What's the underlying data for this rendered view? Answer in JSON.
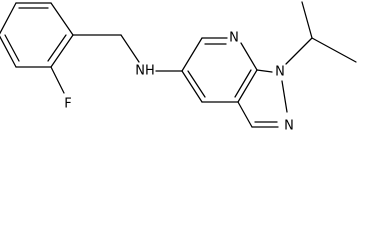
{
  "molecule": {
    "atoms": {
      "fluorine": "F",
      "amine": "NH",
      "pyridine_nitrogen": "N",
      "pyrazole_n1": "N",
      "pyrazole_n2": "N"
    }
  }
}
